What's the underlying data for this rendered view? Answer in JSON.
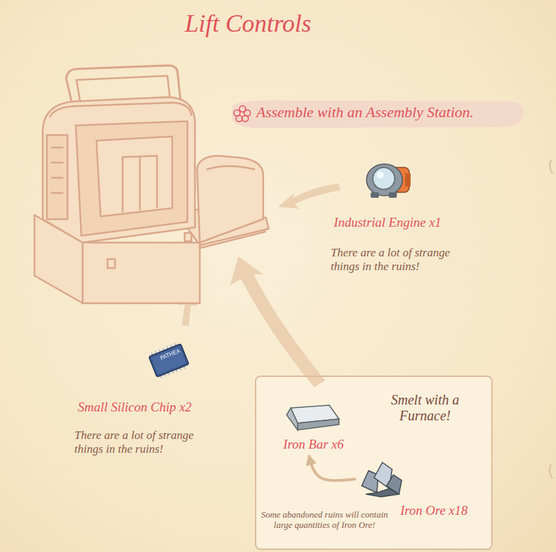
{
  "diagram": {
    "title": "Lift Controls",
    "nodes": [
      {
        "text": [
          "Industrial Engine x1"
        ]
      },
      {
        "text": [
          "Small Silicon Chip x2"
        ]
      },
      {
        "text": [
          "Smelt with a Furnace!"
        ]
      },
      {
        "text": [
          "Iron Bar x6"
        ],
        "in": 2
      },
      {
        "text": [
          "Iron Ore x18"
        ],
        "in": 2
      }
    ],
    "edges": [
      {
        "from": 4,
        "to": 3,
        "arrow": "to"
      }
    ],
    "labels": [
      "Assemble with an Assembly Station.",
      "There are a lot of strange things in the ruins!",
      "There are a lot of strange things in the ruins!",
      "PATHEA",
      "Some abandoned ruins will contain large quantities of Iron Ore!"
    ]
  }
}
